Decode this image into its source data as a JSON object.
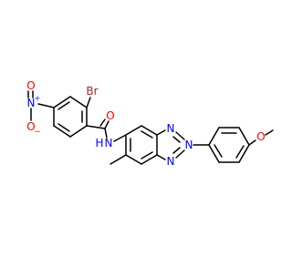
{
  "molecule": {
    "atoms": {
      "br": "Br",
      "o_carbonyl": "O",
      "nh": "N",
      "h_amide": "H",
      "n_nitro": "N",
      "n_nitro_charge": "+",
      "o_nitro_single": "O",
      "o_nitro_charge": "−",
      "o_nitro_double": "O",
      "n_triazole_1": "N",
      "n_triazole_2": "N",
      "n_triazole_3": "N",
      "o_methoxy": "O"
    },
    "colors": {
      "bond": "#000000",
      "bromine": "#a52a2a",
      "oxygen": "#ff0000",
      "nitrogen": "#0000ff"
    }
  }
}
